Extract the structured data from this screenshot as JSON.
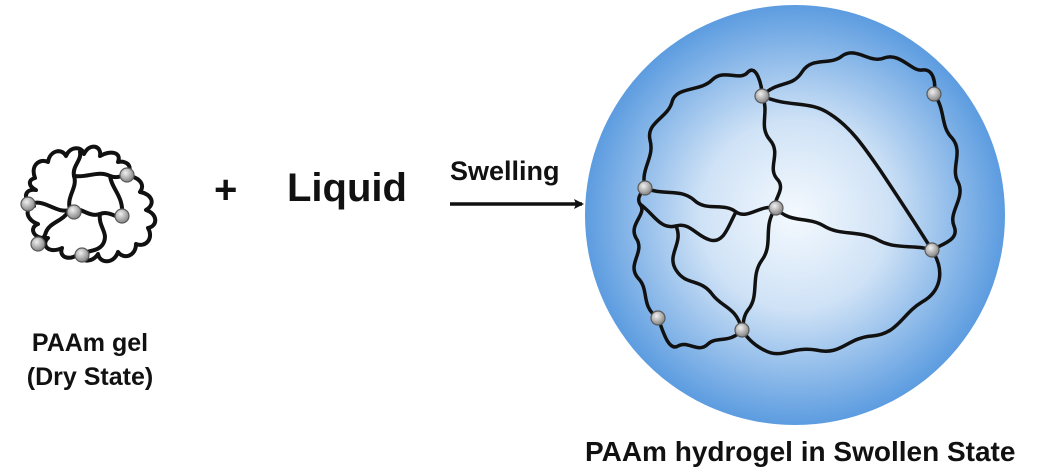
{
  "labels": {
    "plus": "+",
    "liquid": "Liquid",
    "swelling": "Swelling",
    "dry_line1": "PAAm gel",
    "dry_line2": "(Dry State)",
    "swollen": "PAAm hydrogel in Swollen State"
  },
  "colors": {
    "text": "#111111",
    "chain": "#111111",
    "sphere_center": "#eaf3fc",
    "sphere_edge": "#5c9ce0",
    "node_fill": "#c8c8c8",
    "node_stroke": "#5a5a5a"
  },
  "icons": {
    "dry_gel": "polymer-network-dry",
    "swollen_gel": "polymer-network-swollen",
    "arrow": "right-arrow"
  }
}
